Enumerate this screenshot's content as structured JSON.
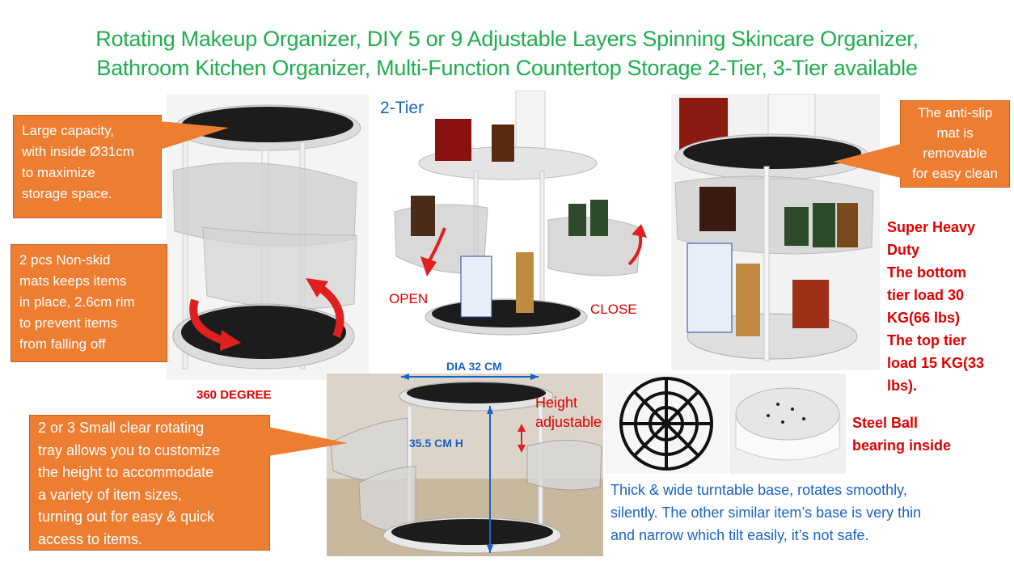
{
  "title": {
    "line1": "Rotating Makeup Organizer, DIY 5 or 9 Adjustable Layers Spinning Skincare Organizer,",
    "line2": "Bathroom Kitchen  Organizer, Multi-Function Countertop Storage  2-Tier, 3-Tier available"
  },
  "callouts": {
    "capacity": [
      "Large capacity,",
      "with inside Ø31cm",
      "to maximize",
      "storage space."
    ],
    "nonskid": [
      "2 pcs Non-skid",
      "mats keeps items",
      "in place, 2.6cm rim",
      "to prevent items",
      "from falling off"
    ],
    "trays": [
      "2 or 3 Small clear rotating",
      "tray allows you to customize",
      "the height  to accommodate",
      "a variety of item sizes,",
      "turning out for easy & quick",
      "access to items."
    ],
    "antislip": [
      "The anti-slip",
      "mat is",
      "removable",
      "for easy clean"
    ]
  },
  "labels": {
    "degree": "360 DEGREE",
    "two_tier": "2-Tier",
    "open": "OPEN",
    "close": "CLOSE",
    "dia": "DIA 32 CM",
    "height_h": "35.5  CM H",
    "height_adj": [
      "Height",
      "adjustable"
    ],
    "steel_ball": [
      "Steel Ball",
      "bearing inside"
    ],
    "heavy_duty": [
      "Super Heavy",
      "Duty",
      "The bottom",
      "tier load 30",
      "KG(66 lbs)",
      "The top tier",
      "load 15 KG(33",
      "lbs)."
    ],
    "base_desc": [
      "Thick & wide turntable base, rotates smoothly,",
      "silently. The other similar item’s base is very thin",
      "and narrow which tilt easily, it’s not safe."
    ]
  },
  "colors": {
    "title_green": "#1fae4e",
    "callout_orange": "#ed7d31",
    "arrow_red": "#e02020",
    "text_blue": "#1a62c4",
    "text_red": "#e00000"
  }
}
